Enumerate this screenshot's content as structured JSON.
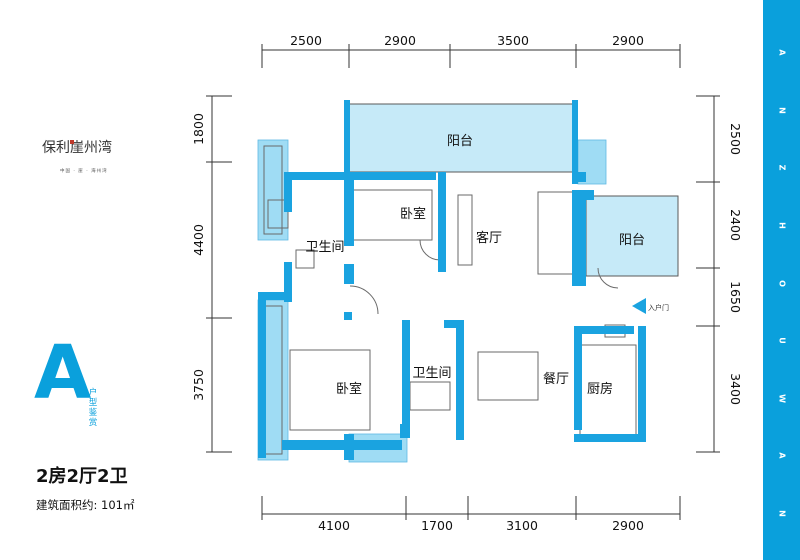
{
  "brand": {
    "logo_text": "保利崖州湾",
    "logo_subtitle": "中国 · 崖 · 海州湾"
  },
  "unit": {
    "letter": "A",
    "type_tag": [
      "户",
      "型",
      "鉴",
      "赏"
    ],
    "layout": "2房2厅2卫",
    "area": "建筑面积约: 101㎡"
  },
  "side": {
    "letters": [
      "A",
      "N",
      "Z",
      "H",
      "O",
      "U",
      "W",
      "A",
      "N"
    ]
  },
  "rooms": {
    "balcony_top": "阳台",
    "balcony_right": "阳台",
    "bedroom_top": "卧室",
    "living": "客厅",
    "bath_left": "卫生间",
    "bedroom_bottom": "卧室",
    "bath_mid": "卫生间",
    "dining": "餐厅",
    "kitchen": "厨房",
    "entrance": "入户门"
  },
  "dimensions": {
    "top": [
      "2500",
      "2900",
      "3500",
      "2900"
    ],
    "bottom": [
      "4100",
      "1700",
      "3100",
      "2900"
    ],
    "left": [
      "1800",
      "4400",
      "3750"
    ],
    "right": [
      "2500",
      "2400",
      "1650",
      "3400"
    ]
  },
  "colors": {
    "wall": "#1aa3e0",
    "balcony_fill": "#c6eaf8",
    "window": "#7fd0f2",
    "line": "#5a5a5a",
    "accent": "#0aa0dc"
  }
}
